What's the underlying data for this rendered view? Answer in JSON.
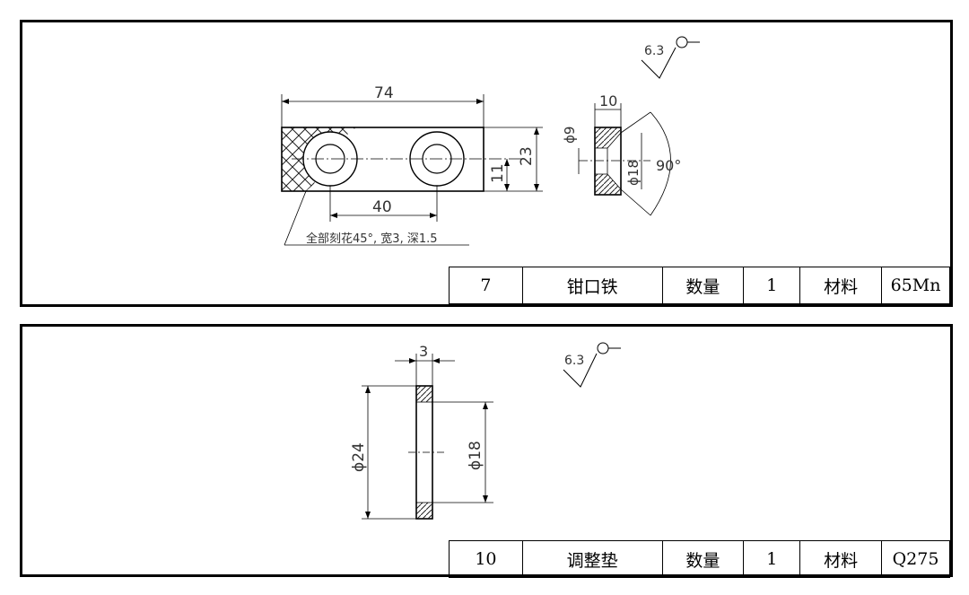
{
  "part1": {
    "dims": {
      "length": "74",
      "spacing": "40",
      "height": "23",
      "thickness": "11",
      "width": "10",
      "bore": "ϕ9",
      "counterbore": "ϕ18",
      "angle": "90°",
      "roughness": "6.3"
    },
    "note": "全部刻花45°, 宽3, 深1.5",
    "title_block": {
      "number": "7",
      "name": "钳口铁",
      "qty_label": "数量",
      "qty": "1",
      "mat_label": "材料",
      "material": "65Mn"
    }
  },
  "part2": {
    "dims": {
      "thickness": "3",
      "outer_dia": "ϕ24",
      "inner_dia": "ϕ18",
      "roughness": "6.3"
    },
    "title_block": {
      "number": "10",
      "name": "调整垫",
      "qty_label": "数量",
      "qty": "1",
      "mat_label": "材料",
      "material": "Q275"
    }
  }
}
